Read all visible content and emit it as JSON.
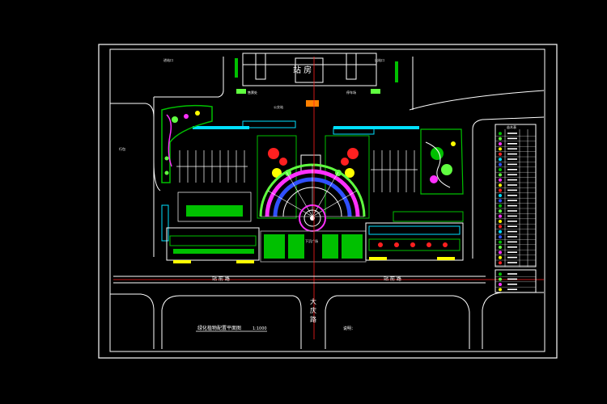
{
  "drawing": {
    "station_label": "站 房",
    "road_label_left": "站 前 路",
    "road_label_right": "站 前 路",
    "road_label_vertical": [
      "大",
      "庆",
      "路"
    ],
    "plaza_label": "下沉广场",
    "title": "绿化植物配置平面图",
    "scale": "1:1000",
    "note_label": "说明：",
    "small_labels": [
      "进站口",
      "出站口",
      "行包",
      "售票处",
      "停车场",
      "公交站"
    ]
  },
  "legend": {
    "title": "苗木表",
    "row_count": 26,
    "lower_row_count": 4
  },
  "colors": {
    "frame": "#ffffff",
    "road": "#ffffff",
    "centerline": "#ff2020",
    "cyan": "#00e0ff",
    "green": "#00c000",
    "lime": "#60ff40",
    "magenta": "#ff30ff",
    "yellow": "#ffff00",
    "red": "#ff2020",
    "blue": "#3050ff",
    "grey": "#9a9a9a"
  }
}
